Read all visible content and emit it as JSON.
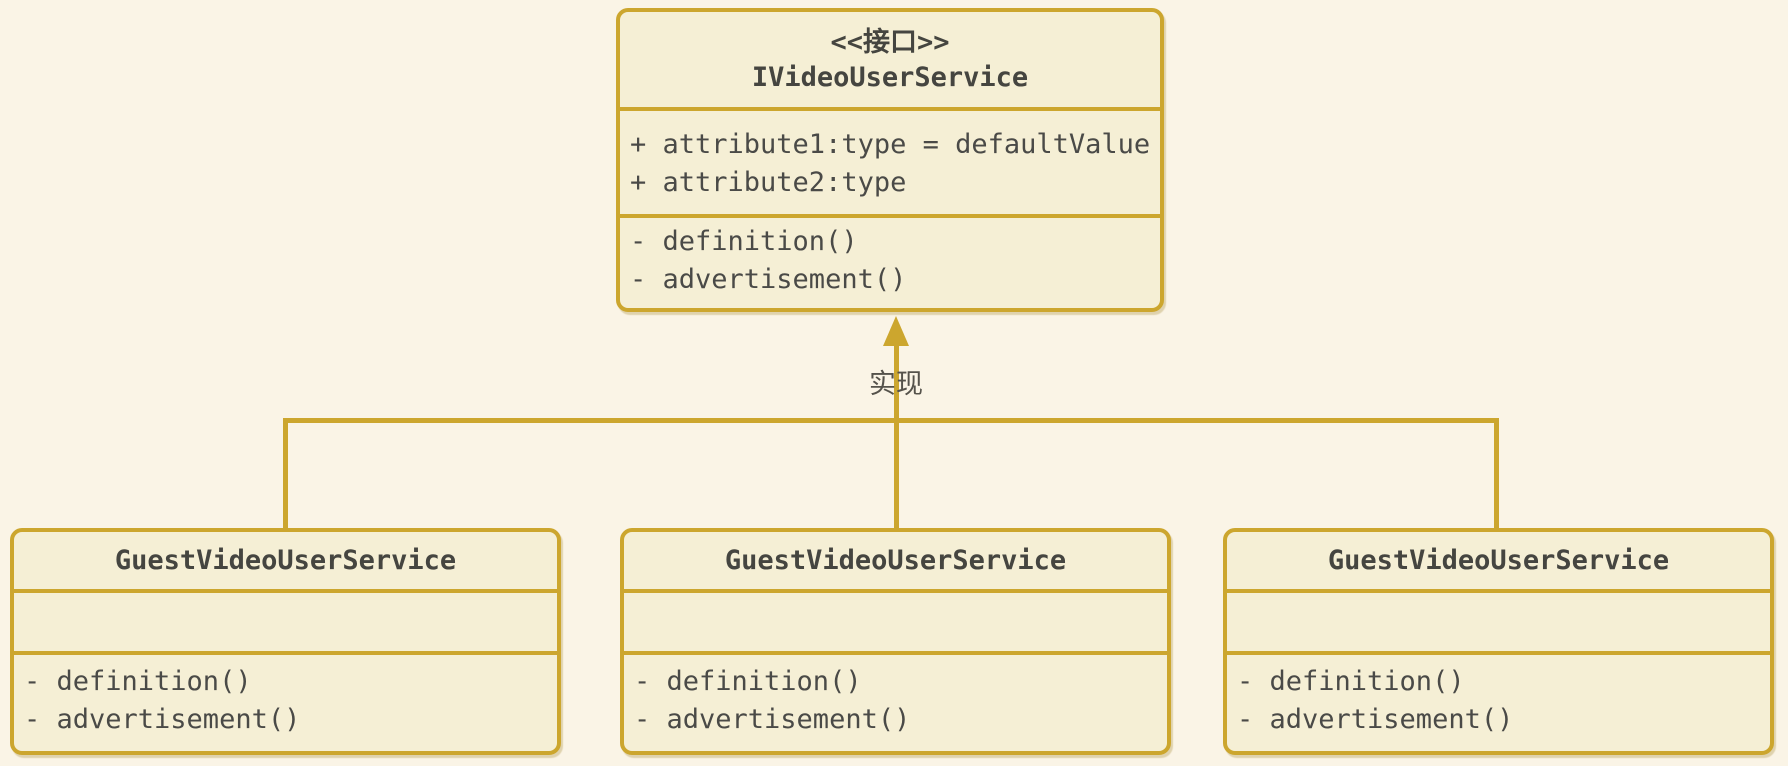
{
  "diagram": {
    "interface": {
      "stereotype": "<<接口>>",
      "name": "IVideoUserService",
      "attributes": [
        "+ attribute1:type = defaultValue",
        "+ attribute2:type"
      ],
      "methods": [
        "- definition()",
        "- advertisement()"
      ]
    },
    "relationship_label": "实现",
    "implementations": [
      {
        "name": "GuestVideoUserService",
        "methods": [
          "- definition()",
          "- advertisement()"
        ]
      },
      {
        "name": "GuestVideoUserService",
        "methods": [
          "- definition()",
          "- advertisement()"
        ]
      },
      {
        "name": "GuestVideoUserService",
        "methods": [
          "- definition()",
          "- advertisement()"
        ]
      }
    ]
  },
  "colors": {
    "background": "#FAF4E6",
    "box_fill": "#F5EFD5",
    "gold": "#CCA62E",
    "text": "#4A4A47"
  }
}
